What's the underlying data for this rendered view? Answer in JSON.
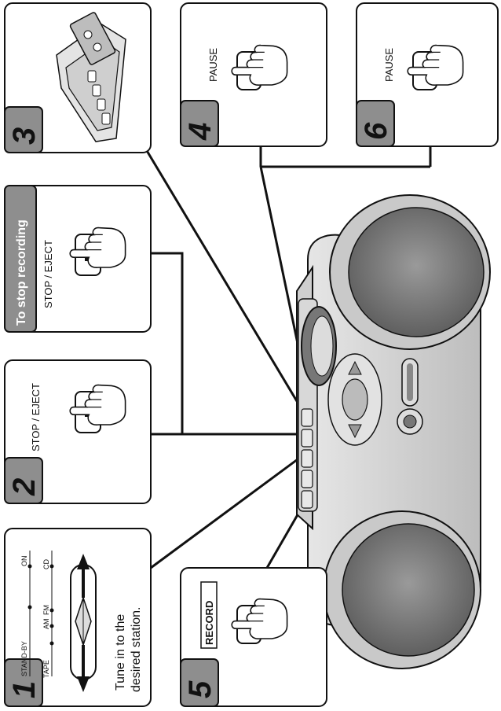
{
  "steps": {
    "s1": {
      "number": "1",
      "line1": "Tune in to the",
      "line2": "desired station.",
      "standby": "STAND-BY",
      "on": "ON",
      "tape": "TAPE",
      "am": "AM",
      "fm": "FM",
      "cd": "CD"
    },
    "s2": {
      "number": "2",
      "button": "STOP / EJECT"
    },
    "s3": {
      "number": "3"
    },
    "s4": {
      "number": "4",
      "button": "PAUSE"
    },
    "s5": {
      "number": "5",
      "button": "RECORD"
    },
    "s6": {
      "number": "6",
      "button": "PAUSE"
    },
    "stop": {
      "title": "To stop recording",
      "button": "STOP / EJECT"
    }
  },
  "icons": {
    "finger": "pressing-finger-icon",
    "stop": "stop-eject-symbol-icon",
    "pause": "pause-symbol-icon",
    "record": "record-dot-icon",
    "cassette": "cassette-insert-icon",
    "device": "boombox-icon"
  }
}
